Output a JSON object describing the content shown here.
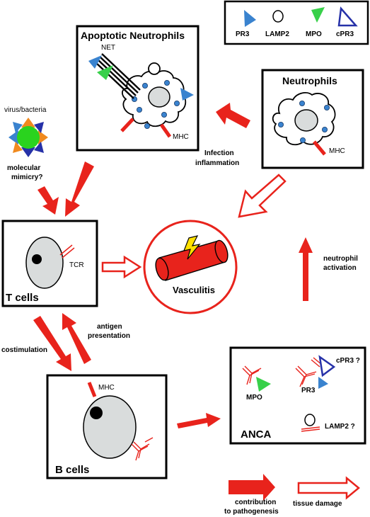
{
  "legend": {
    "pr3": "PR3",
    "lamp2": "LAMP2",
    "mpo": "MPO",
    "cpr3": "cPR3"
  },
  "apoptotic": {
    "title": "Apoptotic Neutrophils",
    "net": "NET",
    "mhc": "MHC"
  },
  "neutrophils": {
    "title": "Neutrophils",
    "mhc": "MHC"
  },
  "virus": {
    "label": "virus/bacteria",
    "mimicry_line1": "molecular",
    "mimicry_line2": "mimicry?"
  },
  "infection": {
    "line1": "Infection",
    "line2": "inflammation"
  },
  "tcells": {
    "title": "T cells",
    "tcr": "TCR"
  },
  "vasculitis": {
    "title": "Vasculitis"
  },
  "activation": {
    "line1": "neutrophil",
    "line2": "activation"
  },
  "antigen": {
    "line1": "antigen",
    "line2": "presentation"
  },
  "costimulation": "costimulation",
  "bcells": {
    "title": "B cells",
    "mhc": "MHC"
  },
  "anca": {
    "title": "ANCA",
    "mpo": "MPO",
    "pr3": "PR3",
    "cpr3": "cPR3 ?",
    "lamp2": "LAMP2 ?"
  },
  "key": {
    "pathogenesis_line1": "contribution",
    "pathogenesis_line2": "to pathogenesis",
    "damage": "tissue damage"
  },
  "colors": {
    "red": "#e8231c",
    "blue": "#3a83cf",
    "green": "#38d04a",
    "cell_fill": "#d9dcdc",
    "navy": "#2631a8",
    "orange": "#f08a1e",
    "virus_green": "#2ad31e"
  }
}
